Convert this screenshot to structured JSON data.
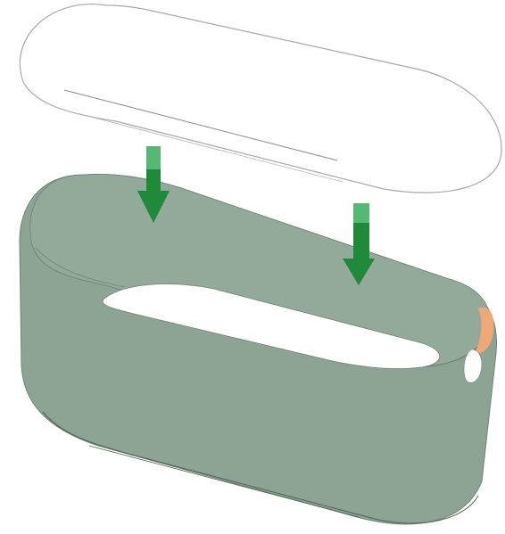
{
  "figure": {
    "description_colors": {
      "basket": "#8da495",
      "basket_edge": "#5f7466",
      "basket_inner": "#97ad9f",
      "lid_fill": "#ffffff",
      "lid_stroke": "#9a9a9a",
      "arrow_fill": "#1f8a3a",
      "arrow_light": "#4fb56a",
      "handle_accent": "#f0a878",
      "background": "#ffffff"
    },
    "parts": [
      {
        "id": "lid",
        "icon": "lid-icon"
      },
      {
        "id": "basket",
        "icon": "basket-icon"
      },
      {
        "id": "handle-hole-right",
        "icon": "handle-icon"
      },
      {
        "id": "arrow-left",
        "icon": "arrow-down-icon"
      },
      {
        "id": "arrow-right",
        "icon": "arrow-down-icon"
      }
    ]
  }
}
